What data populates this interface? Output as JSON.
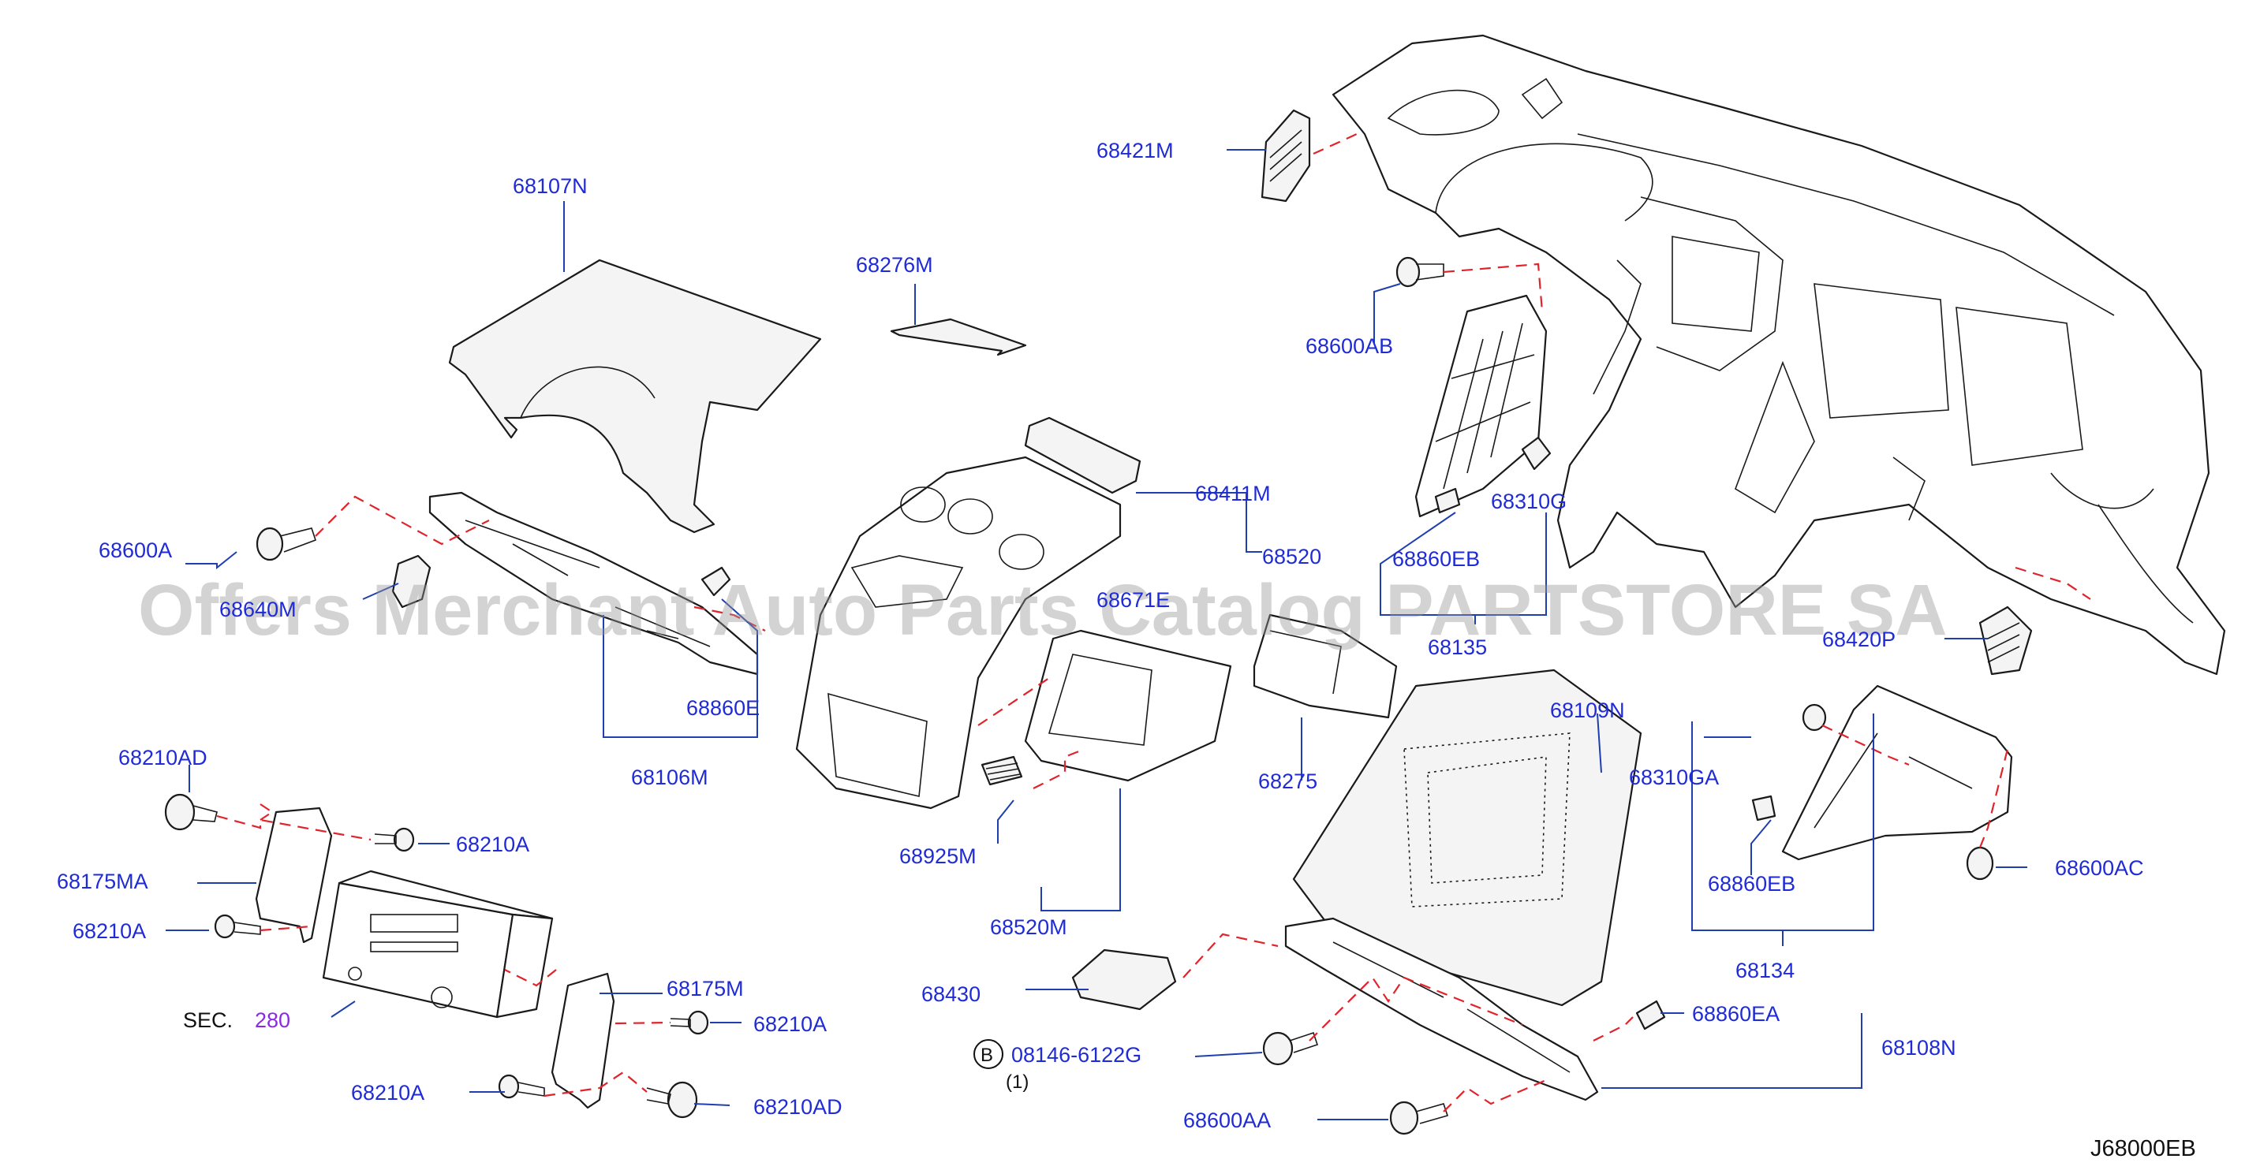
{
  "watermark": "Offers Merchant Auto Parts Catalog PARTSTORE SA",
  "diagram_code": "J68000EB",
  "section_ref": {
    "prefix": "SEC.",
    "number": "280"
  },
  "bolt_ref": {
    "circle": "B",
    "part": "08146-6122G",
    "qty": "(1)"
  },
  "labels": {
    "p68421M": "68421M",
    "p68107N": "68107N",
    "p68276M": "68276M",
    "p68600AB": "68600AB",
    "p68411M": "68411M",
    "p68520": "68520",
    "p68310G": "68310G",
    "p68860EB_top": "68860EB",
    "p68135": "68135",
    "p68600A": "68600A",
    "p68420P": "68420P",
    "p68860E": "68860E",
    "p68106M": "68106M",
    "p68109N": "68109N",
    "p68310GA": "68310GA",
    "p68275": "68275",
    "p68210AD_top": "68210AD",
    "p68210A_1": "68210A",
    "p68175MA": "68175MA",
    "p68210A_2": "68210A",
    "p68925M": "68925M",
    "p68860EB_right": "68860EB",
    "p68600AC": "68600AC",
    "p68520M": "68520M",
    "p68134": "68134",
    "p68175M": "68175M",
    "p68430": "68430",
    "p68860EA": "68860EA",
    "p68210A_3": "68210A",
    "p68108N": "68108N",
    "p68210A_4": "68210A",
    "p68210AD_bot": "68210AD",
    "p68600AA": "68600AA",
    "p68640_partial": "68640M",
    "p68671E_partial": "68671E"
  }
}
